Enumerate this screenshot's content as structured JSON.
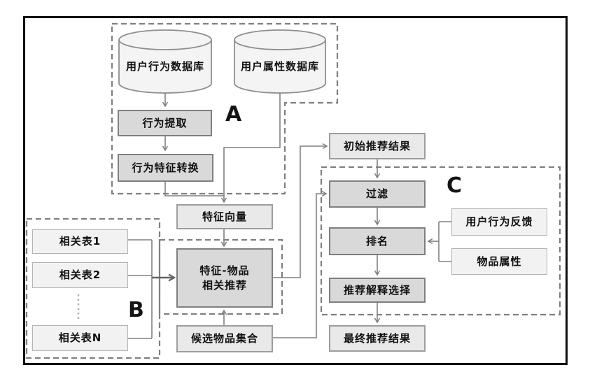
{
  "figure": {
    "section_labels": {
      "a": "A",
      "b": "B",
      "c": "C"
    },
    "databases": {
      "user_behavior_db": "用户行为数据库",
      "user_attribute_db": "用户属性数据库"
    },
    "nodes": {
      "behavior_extraction": "行为提取",
      "behavior_feature_conversion": "行为特征转换",
      "feature_vector": "特征向量",
      "feature_item_rec_line1": "特征-物品",
      "feature_item_rec_line2": "相关推荐",
      "candidate_item_set": "候选物品集合",
      "related_table_1": "相关表1",
      "related_table_2": "相关表2",
      "related_table_n": "相关表N",
      "initial_rec_result": "初始推荐结果",
      "filter": "过滤",
      "ranking": "排名",
      "rec_explanation_selection": "推荐解释选择",
      "final_rec_result": "最终推荐结果",
      "user_behavior_feedback": "用户行为反馈",
      "item_attributes": "物品属性"
    },
    "edges": [
      {
        "from": "用户行为数据库",
        "to": "行为提取"
      },
      {
        "from": "行为提取",
        "to": "行为特征转换"
      },
      {
        "from": "行为特征转换",
        "to": "特征向量"
      },
      {
        "from": "用户属性数据库",
        "to": "特征向量"
      },
      {
        "from": "特征向量",
        "to": "特征-物品相关推荐"
      },
      {
        "from": "相关表1",
        "to": "特征-物品相关推荐"
      },
      {
        "from": "相关表2",
        "to": "特征-物品相关推荐"
      },
      {
        "from": "相关表N",
        "to": "特征-物品相关推荐"
      },
      {
        "from": "候选物品集合",
        "to": "特征-物品相关推荐"
      },
      {
        "from": "特征-物品相关推荐",
        "to": "初始推荐结果"
      },
      {
        "from": "初始推荐结果",
        "to": "过滤"
      },
      {
        "from": "候选物品集合",
        "to": "过滤"
      },
      {
        "from": "过滤",
        "to": "排名"
      },
      {
        "from": "用户行为反馈",
        "to": "排名"
      },
      {
        "from": "物品属性",
        "to": "排名"
      },
      {
        "from": "排名",
        "to": "推荐解释选择"
      },
      {
        "from": "推荐解释选择",
        "to": "最终推荐结果"
      }
    ],
    "colors": {
      "process_fill": "#d9d9d9",
      "data_fill": "#e9e9e9",
      "light_fill": "#f2f2f2",
      "cylinder_fill": "#f4f4f4",
      "line": "#808080",
      "dash_border": "#7f7f7f",
      "frame": "#0e0e0e"
    }
  }
}
